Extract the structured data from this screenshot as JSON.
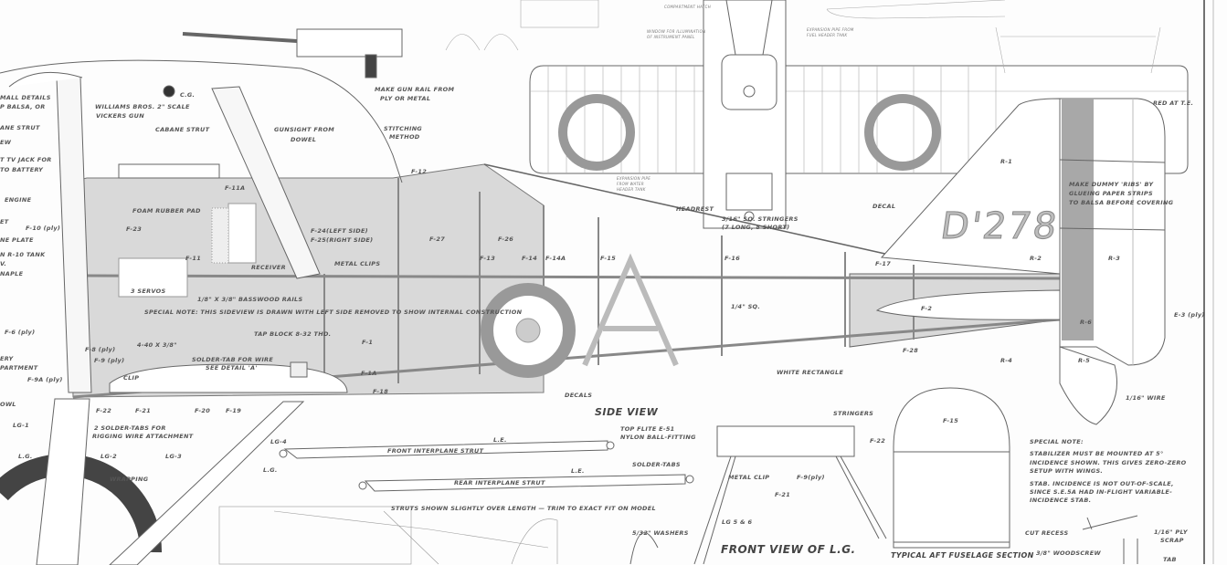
{
  "titles": {
    "side_view": "SIDE VIEW",
    "front_view_lg": "FRONT VIEW OF L.G.",
    "aft_section": "TYPICAL AFT FUSELAGE SECTION"
  },
  "decal_text": "D'278",
  "colors": {
    "paper": "#fdfdfd",
    "shade": "#d9d9d9",
    "ink": "#555555",
    "rudder_strip": "#a8a8a8"
  },
  "labels": [
    "MALL DETAILS",
    "P BALSA, OR",
    "ANE STRUT",
    "EW",
    "T TV JACK FOR",
    "TO BATTERY",
    "ENGINE",
    "ET",
    "F-10 (ply)",
    "NE PLATE",
    "N R-10 TANK",
    "V.",
    "NAPLE",
    "F-6 (ply)",
    "ERY",
    "PARTMENT",
    "F-9A (ply)",
    "OWL",
    "LG-1",
    "L.G.",
    "LG-2",
    "LG-3",
    "WRAPPING",
    "LG-4",
    "L.G.",
    "2 SOLDER-TABS  FOR",
    "RIGGING WIRE ATTACHMENT",
    "F-22",
    "F-21",
    "F-20",
    "F-19",
    "CLIP",
    "F-8 (ply)",
    "4-40 X 3/8\"",
    "F-9 (ply)",
    "SOLDER-TAB FOR WIRE",
    "SEE DETAIL 'A'",
    "TAP BLOCK 8-32 THD.",
    "F-1",
    "F-1A",
    "F-18",
    "SPECIAL NOTE:  THIS SIDEVIEW IS DRAWN WITH LEFT SIDE REMOVED TO SHOW INTERNAL CONSTRUCTION",
    "3 SERVOS",
    "1/8\" X 3/8\" BASSWOOD RAILS",
    "RECEIVER",
    "METAL CLIPS",
    "F-24(LEFT SIDE)",
    "F-25(RIGHT SIDE)",
    "F-23",
    "FOAM RUBBER PAD",
    "F-11A",
    "F-11",
    "WILLIAMS BROS. 2\" SCALE",
    "VICKERS GUN",
    "C.G.",
    "CABANE STRUT",
    "GUNSIGHT  FROM",
    "DOWEL",
    "MAKE GUN RAIL FROM",
    "PLY OR METAL",
    "STITCHING",
    "METHOD",
    "F-12",
    "F-27",
    "F-26",
    "F-13",
    "F-14",
    "F-14A",
    "F-15",
    "F-16",
    "F-17",
    "HEADREST",
    "3/16\" SQ. STRINGERS",
    "(7 LONG, 8 SHORT)",
    "DECAL",
    "R-1",
    "R-2",
    "R-3",
    "R-4",
    "R-5",
    "R-6",
    "F-2",
    "F-28",
    "E-3 (ply)",
    "RED AT T.E.",
    "MAKE DUMMY 'RIBS' BY",
    "GLUEING PAPER STRIPS",
    "TO BALSA BEFORE COVERING",
    "1/4\" SQ.",
    "WHITE RECTANGLE",
    "DECALS",
    "1/16\" WIRE",
    "TOP FLITE E-51",
    "NYLON BALL-FITTING",
    "L.E.",
    "FRONT  INTERPLANE  STRUT",
    "L.E.",
    "REAR  INTERPLANE  STRUT",
    "STRUTS SHOWN SLIGHTLY OVER LENGTH — TRIM TO EXACT FIT ON MODEL",
    "SOLDER-TABS",
    "METAL CLIP",
    "F-9(ply)",
    "F-21",
    "F-22",
    "STRINGERS",
    "F-15",
    "LG 5 & 6",
    "5/32\" WASHERS",
    "SPECIAL  NOTE:",
    "STABILIZER MUST BE MOUNTED AT 5°",
    "INCIDENCE SHOWN. THIS GIVES ZERO-ZERO",
    "SETUP WITH WINGS.",
    "STAB. INCIDENCE IS NOT OUT-OF-SCALE,",
    "SINCE S.E.5A HAD IN-FLIGHT VARIABLE-",
    "INCIDENCE STAB.",
    "CUT RECESS",
    "3/8\" WOODSCREW",
    "1/16\" PLY",
    "SCRAP",
    "TAB"
  ],
  "small_labels": [
    "COMPARTMENT HATCH",
    "WINDOW FOR ILLUMINATION",
    "OF INSTRUMENT PANEL",
    "EXPANSION PIPE FROM",
    "FUEL HEADER TANK",
    "EXPANSION PIPE",
    "FROM WATER",
    "HEADER TANK"
  ]
}
